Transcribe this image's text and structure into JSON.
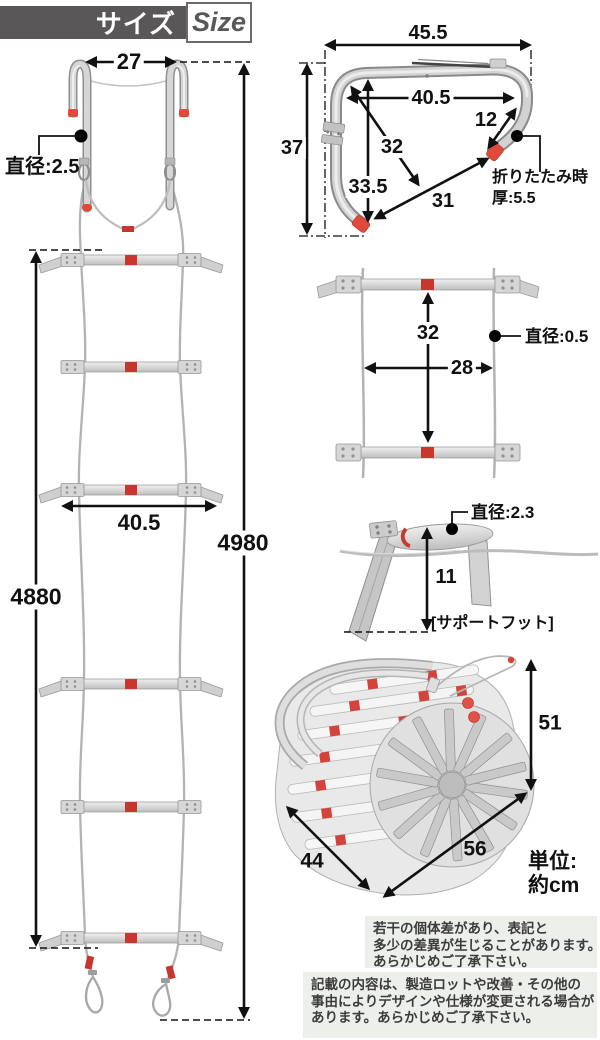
{
  "header": {
    "title_jp": "サイズ",
    "title_en": "Size"
  },
  "ladder_front": {
    "hook_width": "27",
    "hook_tube_diameter": "直径:2.5",
    "rung_width": "40.5",
    "length_to_bottom_rung": "4880",
    "total_length": "4980"
  },
  "hook_detail": {
    "outer_width": "45.5",
    "outer_height": "37",
    "inner_width": "40.5",
    "diag_to_hook": "32",
    "inner_height": "33.5",
    "bottom_span": "31",
    "hook_tip_length": "12",
    "folded_note_line1": "折りたたみ時",
    "folded_note_line2": "厚:5.5"
  },
  "rung_detail": {
    "rung_spacing": "32",
    "rope_span": "28",
    "rope_diameter": "直径:0.5"
  },
  "support_foot": {
    "rung_diameter": "直径:2.3",
    "foot_height": "11",
    "caption": "[サポートフット]"
  },
  "folded_bundle": {
    "height": "51",
    "depth": "44",
    "width": "56"
  },
  "unit_note": {
    "line1": "単位:",
    "line2": "約cm"
  },
  "notes": {
    "note1": [
      "若干の個体差があり、表記と",
      "多少の差異が生じることがあります。",
      "あらかじめご了承下さい。"
    ],
    "note2": [
      "記載の内容は、製造ロットや改善・その他の",
      "事由によりデザインや仕様が変更される場合が",
      "あります。あらかじめご了承下さい。"
    ]
  }
}
